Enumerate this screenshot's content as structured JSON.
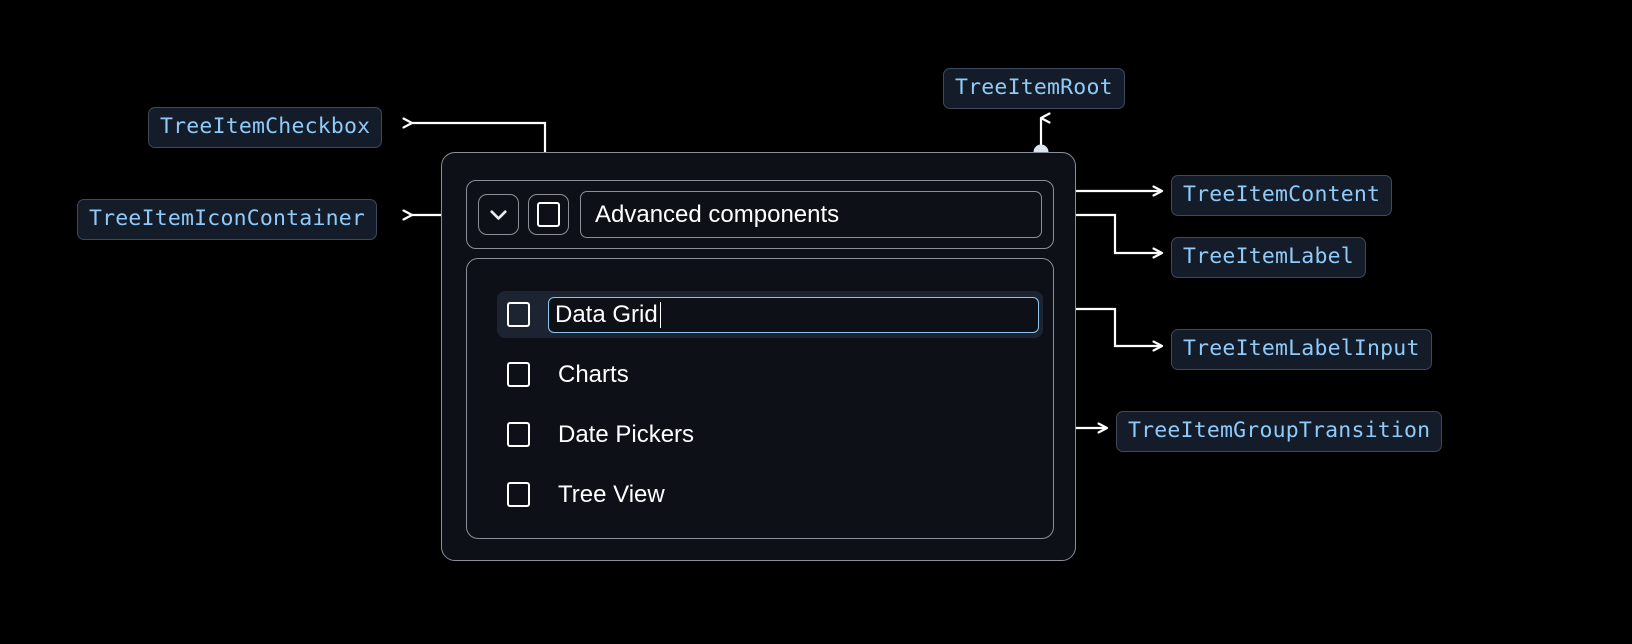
{
  "annotations": [
    {
      "key": "checkbox",
      "label": "TreeItemCheckbox"
    },
    {
      "key": "icon_container",
      "label": "TreeItemIconContainer"
    },
    {
      "key": "root",
      "label": "TreeItemRoot"
    },
    {
      "key": "content",
      "label": "TreeItemContent"
    },
    {
      "key": "label",
      "label": "TreeItemLabel"
    },
    {
      "key": "label_input",
      "label": "TreeItemLabelInput"
    },
    {
      "key": "group_transition",
      "label": "TreeItemGroupTransition"
    }
  ],
  "tree": {
    "header": {
      "expand_icon": "chevron-down-icon",
      "checkbox_checked": false,
      "label": "Advanced components"
    },
    "items": [
      {
        "label": "Data Grid",
        "checked": false,
        "editing": true,
        "caret": true
      },
      {
        "label": "Charts",
        "checked": false,
        "editing": false,
        "caret": false
      },
      {
        "label": "Date Pickers",
        "checked": false,
        "editing": false,
        "caret": false
      },
      {
        "label": "Tree View",
        "checked": false,
        "editing": false,
        "caret": false
      }
    ]
  },
  "colors": {
    "background": "#000000",
    "badge_bg": "#131c28",
    "badge_border": "#3c4a5c",
    "badge_text": "#90caf9",
    "panel_bg": "#0d1117",
    "panel_border": "#8a8f98",
    "connector": "#ffffff",
    "focus_border": "#8fc4ef",
    "row_highlight": "#1b2430",
    "text": "#ffffff"
  }
}
